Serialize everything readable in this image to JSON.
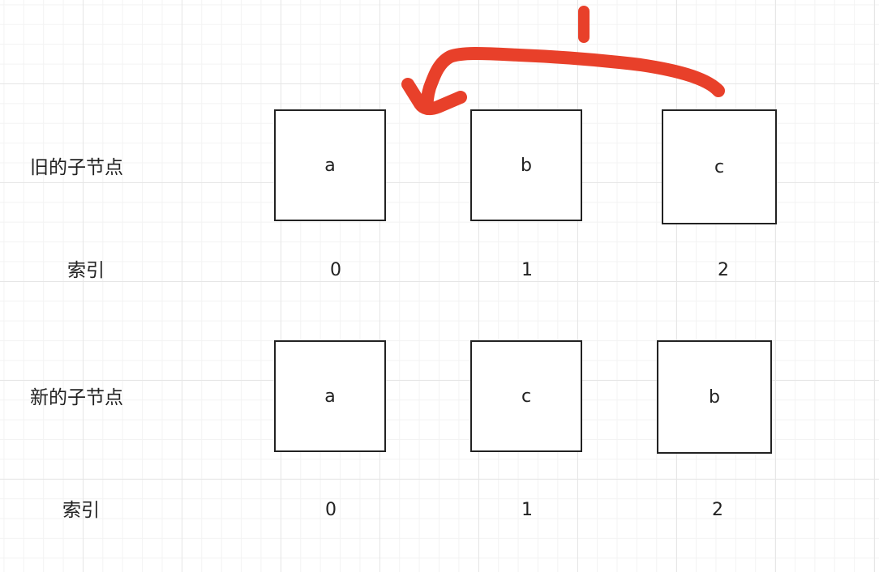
{
  "labels": {
    "old_children": "旧的子节点",
    "new_children": "新的子节点",
    "index": "索引"
  },
  "old_nodes": [
    "a",
    "b",
    "c"
  ],
  "old_indices": [
    "0",
    "1",
    "2"
  ],
  "new_nodes": [
    "a",
    "c",
    "b"
  ],
  "new_indices": [
    "0",
    "1",
    "2"
  ],
  "colors": {
    "arrow": "#e8402a",
    "node_border": "#222222"
  },
  "annotation": {
    "description": "red hand-drawn arrow from node c to node a in old children row"
  }
}
